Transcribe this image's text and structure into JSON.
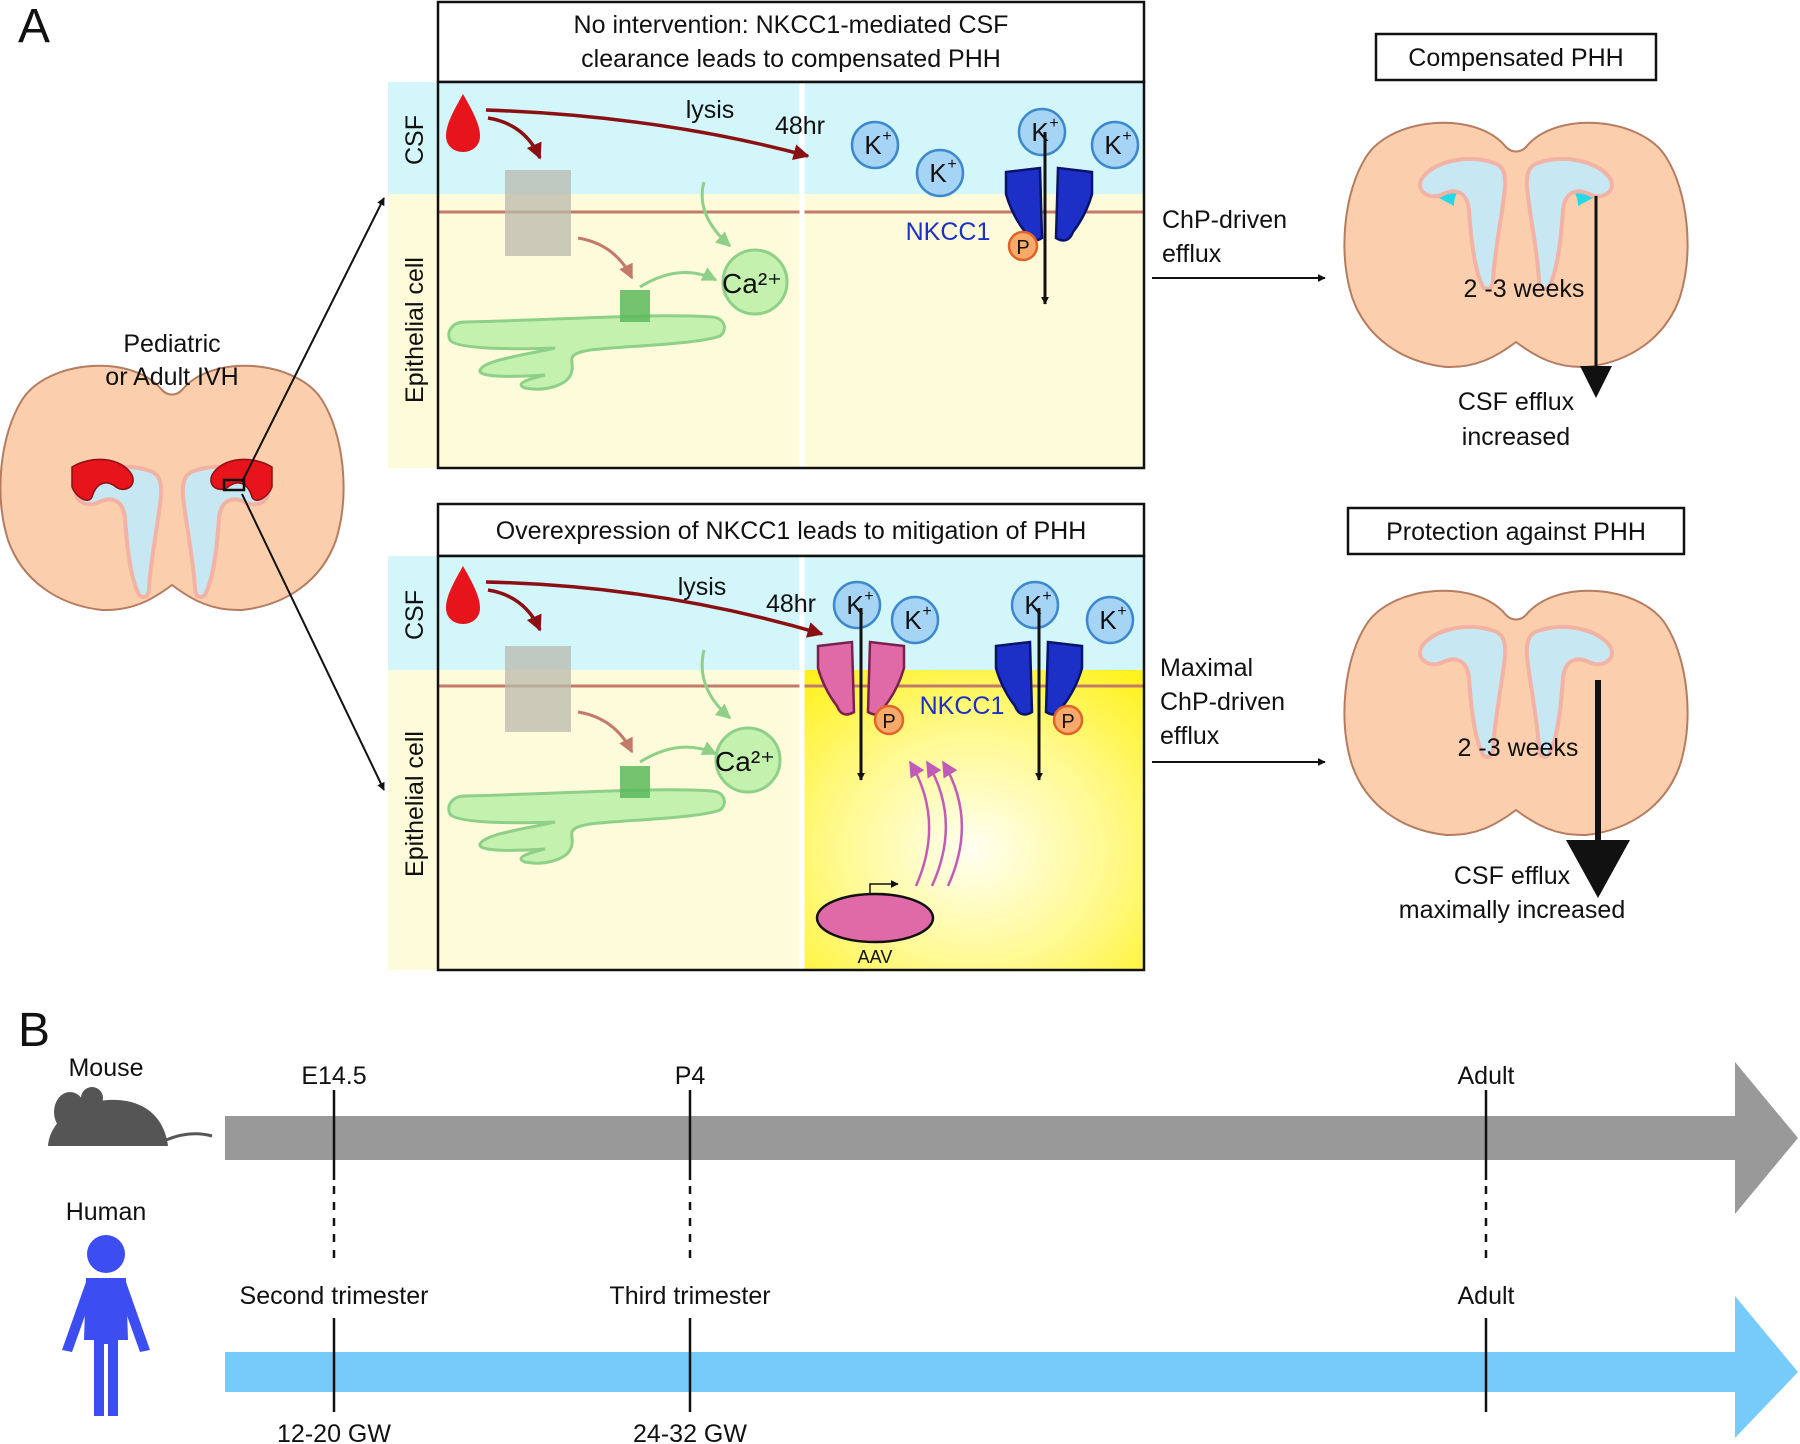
{
  "panelA": {
    "letter": "A",
    "source_label": [
      "Pediatric",
      "or Adult IVH"
    ],
    "top": {
      "title": [
        "No intervention: NKCC1-mediated CSF",
        "clearance leads to compensated PHH"
      ],
      "csf_label": "CSF",
      "epithelial_label": "Epithelial cell",
      "lysis": "lysis",
      "time": "48hr",
      "potassium": "K⁺",
      "calcium": "Ca²⁺",
      "nkcc1": "NKCC1",
      "phospho": "P",
      "flux_label": [
        "ChP-driven",
        "efflux"
      ],
      "outcome_title": "Compensated PHH",
      "duration": "2 -3 weeks",
      "outcome_note": [
        "CSF efflux",
        "increased"
      ]
    },
    "bottom": {
      "title": "Overexpression of NKCC1 leads to mitigation of PHH",
      "csf_label": "CSF",
      "epithelial_label": "Epithelial cell",
      "lysis": "lysis",
      "time": "48hr",
      "potassium": "K⁺",
      "calcium": "Ca²⁺",
      "nkcc1": "NKCC1",
      "phospho": "P",
      "vector": "AAV",
      "flux_label": [
        "Maximal",
        "ChP-driven",
        "efflux"
      ],
      "outcome_title": "Protection against PHH",
      "duration": "2 -3 weeks",
      "outcome_note": [
        "CSF efflux",
        "maximally increased"
      ]
    },
    "colors": {
      "csf": "#d3f6fa",
      "cytoplasm": "#fdfbd9",
      "overexpression": "#fff21c",
      "brain": "#fbcfad",
      "blood": "#e8141b",
      "nkcc1": "#1c2fc6",
      "nkcc1_over": "#e06aa8",
      "ion": "#a6d4f4",
      "er": "#c4f2ae",
      "ventricle_ring": "#f2b2a4",
      "ventricle_fill": "#c7e7f3",
      "dilated": "#27d9e6"
    }
  },
  "panelB": {
    "letter": "B",
    "mouse_label": "Mouse",
    "human_label": "Human",
    "mouse_marks": [
      "E14.5",
      "P4",
      "Adult"
    ],
    "human_marks": [
      "Second trimester",
      "Third trimester",
      "Adult"
    ],
    "human_ranges": [
      "12-20 GW",
      "24-32 GW"
    ],
    "colors": {
      "mouse_bar": "#999999",
      "human_bar": "#76cbfa",
      "human_icon": "#3c4ef2",
      "mouse_icon": "#555555"
    }
  }
}
